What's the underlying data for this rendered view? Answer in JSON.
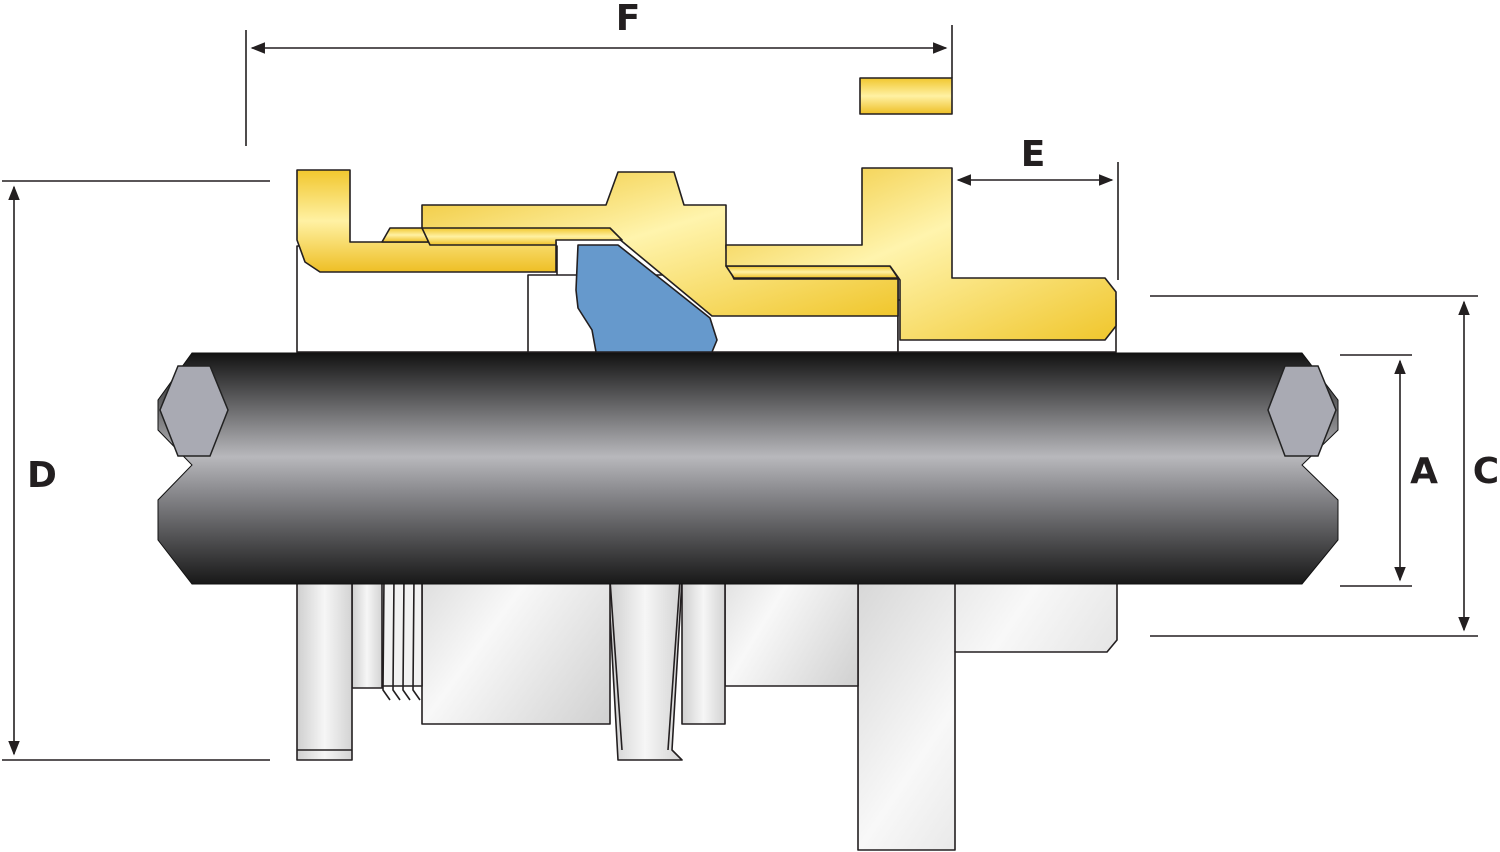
{
  "dimensions": {
    "A": "A",
    "C": "C",
    "D": "D",
    "E": "E",
    "F": "F"
  },
  "colors": {
    "brass": "#f0c62c",
    "brass_light": "#fff3a8",
    "seal": "#6699cc",
    "cable_dark": "#1e1e1e",
    "cable_light": "#b8b8bc",
    "cable_core": "#a9aab3",
    "body_grey": "#d9d9d9",
    "body_light": "#f7f7f7",
    "line": "#231f20"
  }
}
